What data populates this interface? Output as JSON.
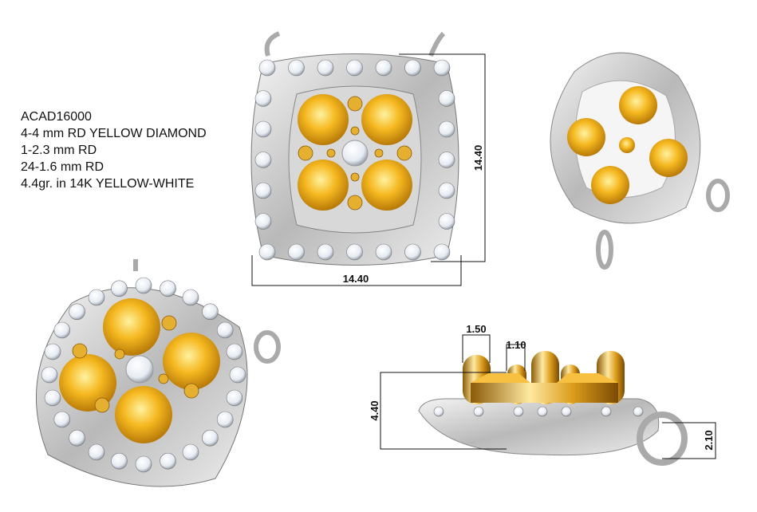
{
  "specs": {
    "model": "ACAD16000",
    "line1": "4-4 mm RD YELLOW DIAMOND",
    "line2": "1-2.3 mm RD",
    "line3": "24-1.6 mm RD",
    "line4": "4.4gr. in 14K YELLOW-WHITE"
  },
  "dimensions": {
    "front_height": "14.40",
    "front_width": "14.40",
    "prong_large": "1.50",
    "prong_small": "1.10",
    "total_height": "4.40",
    "bail_height": "2.10"
  },
  "colors": {
    "gold": "#e0a820",
    "yellow_stone": "#f5b820",
    "white_metal": "#c8c8c8",
    "diamond": "#f2f4f8"
  }
}
